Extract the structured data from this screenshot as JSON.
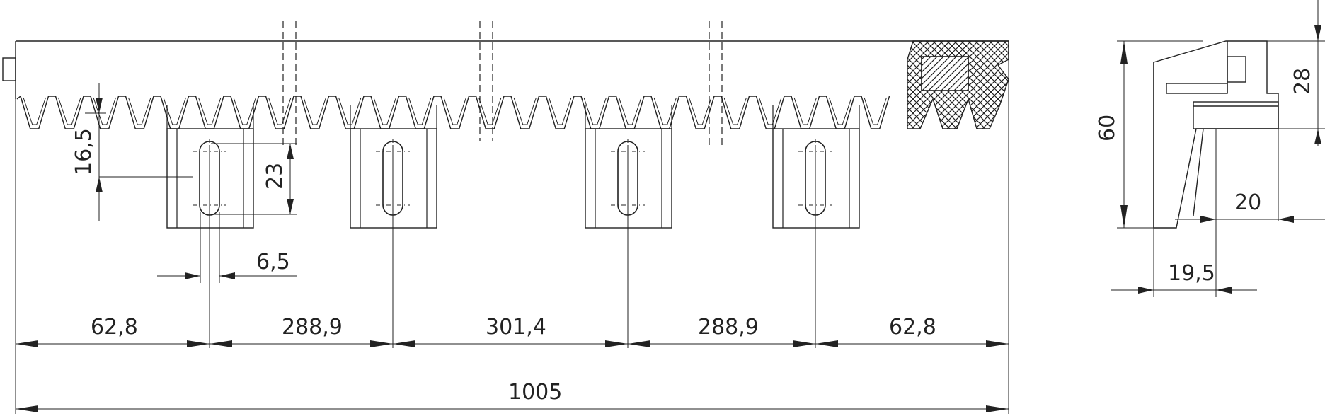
{
  "drawing": {
    "front_view": {
      "dims": {
        "tooth_height": "16,5",
        "bracket_height": "23",
        "slot_width": "6,5",
        "seg_1": "62,8",
        "seg_2": "288,9",
        "seg_3": "301,4",
        "seg_4": "288,9",
        "seg_5": "62,8",
        "total_length": "1005"
      }
    },
    "side_view": {
      "dims": {
        "height": "60",
        "top_height": "28",
        "bracket_offset": "20",
        "base_width": "19,5"
      }
    },
    "colors": {
      "line": "#222222",
      "background": "#ffffff"
    }
  }
}
